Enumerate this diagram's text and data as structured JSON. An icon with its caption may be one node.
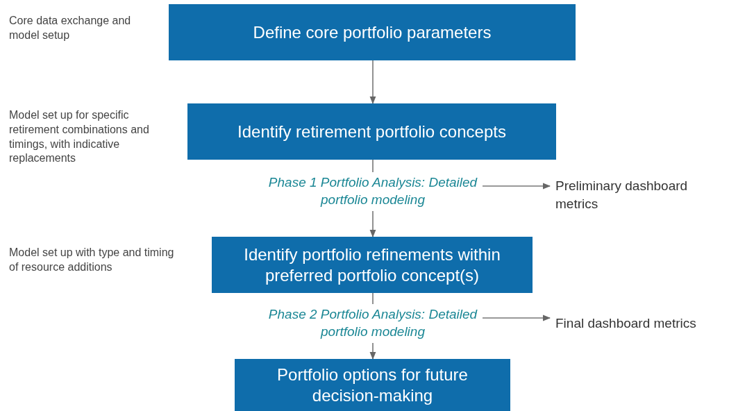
{
  "diagram": {
    "nodes": [
      {
        "text": [
          "Define core portfolio parameters"
        ],
        "beside": [
          "Core data exchange and model setup"
        ]
      },
      {
        "text": [
          "Identify retirement portfolio concepts"
        ],
        "beside": [
          "Model set up for specific retirement combinations and timings, with indicative replacements"
        ]
      },
      {
        "text": [
          "Phase 1 Portfolio Analysis: Detailed portfolio modeling"
        ]
      },
      {
        "text": [
          "Preliminary dashboard metrics"
        ]
      },
      {
        "text": [
          "Identify portfolio refinements within preferred portfolio concept(s)"
        ],
        "beside": [
          "Model set up with type and timing of resource additions"
        ]
      },
      {
        "text": [
          "Phase 2 Portfolio Analysis: Detailed portfolio modeling"
        ]
      },
      {
        "text": [
          "Final dashboard metrics"
        ]
      },
      {
        "text": [
          "Portfolio options for future decision-making"
        ]
      }
    ],
    "edges": [
      {
        "from": 0,
        "to": 1,
        "arrow": "to"
      },
      {
        "from": 1,
        "to": 2,
        "arrow": "none"
      },
      {
        "from": 2,
        "to": 4,
        "arrow": "to"
      },
      {
        "from": 2,
        "to": 3,
        "arrow": "to"
      },
      {
        "from": 4,
        "to": 5,
        "arrow": "none"
      },
      {
        "from": 5,
        "to": 7,
        "arrow": "to"
      },
      {
        "from": 5,
        "to": 6,
        "arrow": "to"
      }
    ]
  }
}
